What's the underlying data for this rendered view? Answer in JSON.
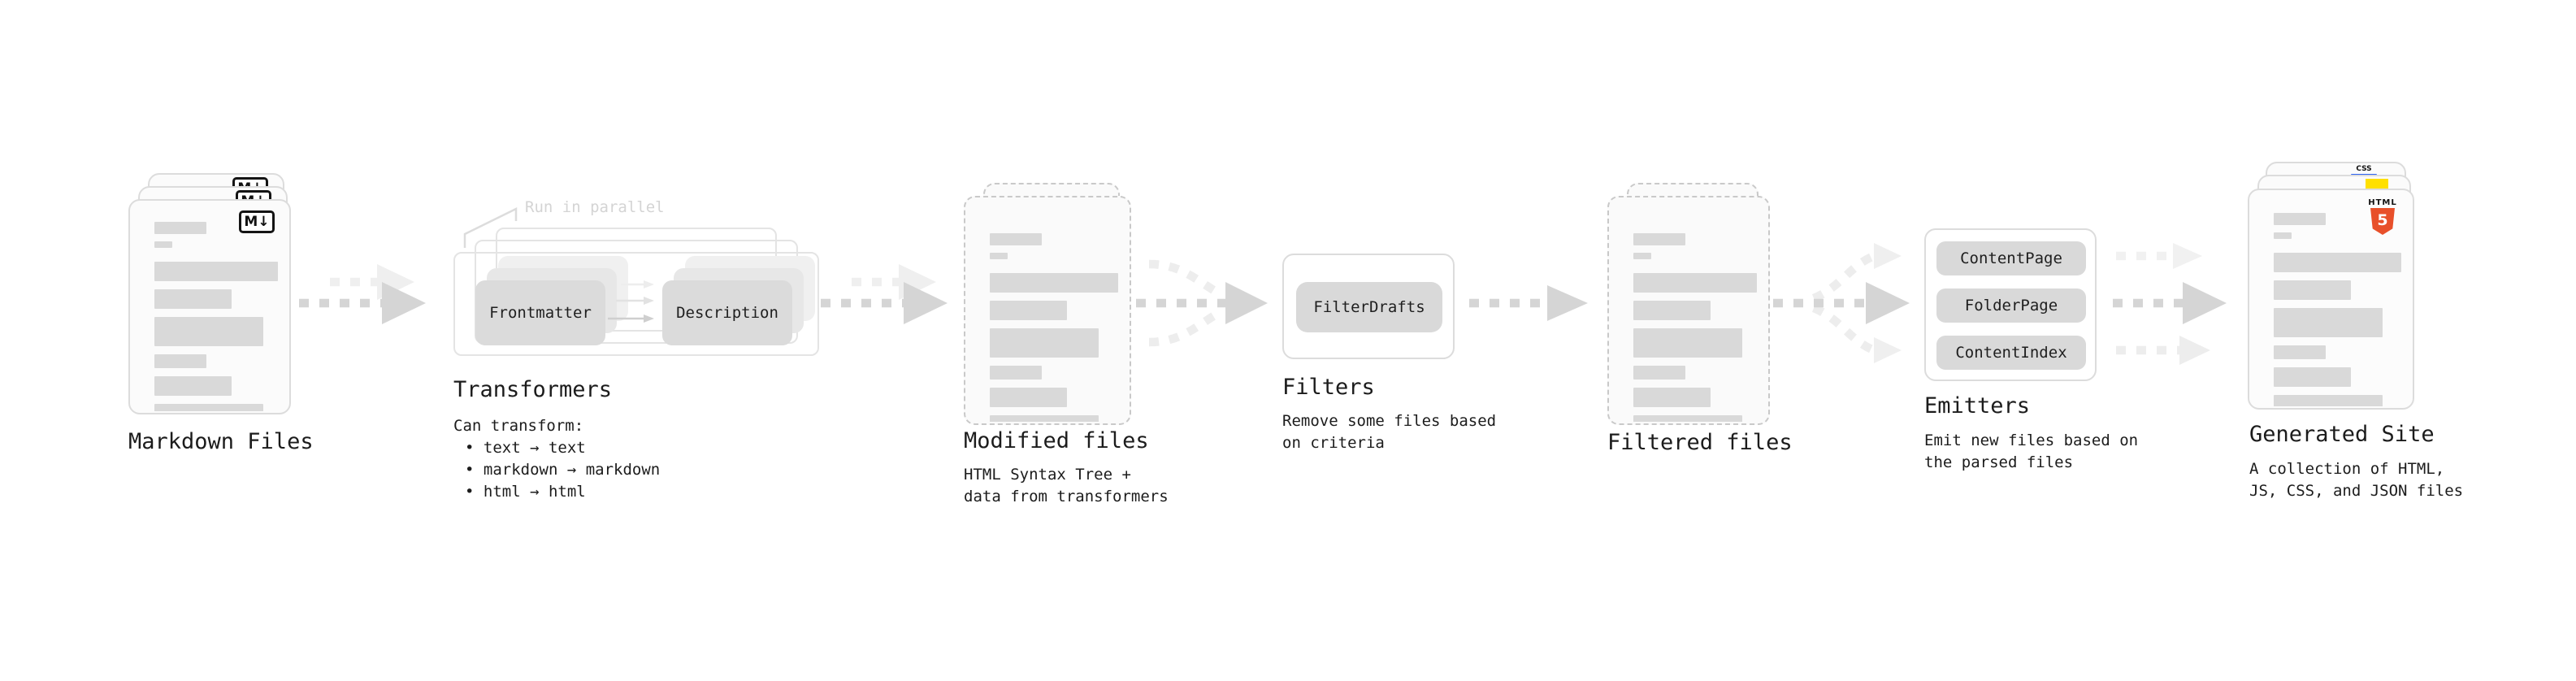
{
  "stages": {
    "markdown": {
      "title": "Markdown Files",
      "badge": "M↓"
    },
    "transformers": {
      "title": "Transformers",
      "annotation": "Run in parallel",
      "box_a": "Frontmatter",
      "box_b": "Description",
      "subtitle": "Can transform:",
      "bullets": [
        "• text → text",
        "• markdown → markdown",
        "• html → html"
      ]
    },
    "modified": {
      "title": "Modified files",
      "subtitle": "HTML Syntax Tree +\ndata from transformers"
    },
    "filters": {
      "title": "Filters",
      "box": "FilterDrafts",
      "subtitle": "Remove some files based\non criteria"
    },
    "filtered": {
      "title": "Filtered files"
    },
    "emitters": {
      "title": "Emitters",
      "boxes": [
        "ContentPage",
        "FolderPage",
        "ContentIndex"
      ],
      "subtitle": "Emit new files based on\nthe parsed files"
    },
    "generated": {
      "title": "Generated Site",
      "subtitle": "A collection of HTML,\nJS, CSS, and JSON files",
      "badge_css": "CSS",
      "badge_html_word": "HTML",
      "badge_html_num": "5"
    }
  },
  "colors": {
    "html5_orange": "#e8502a",
    "js_yellow": "#ffe000",
    "css_blue": "#2e63f2",
    "ink": "#1c1c1c",
    "bar_gray": "#d9d9d9",
    "arrow_dark": "#d5d5d5",
    "arrow_light": "#ededed"
  }
}
